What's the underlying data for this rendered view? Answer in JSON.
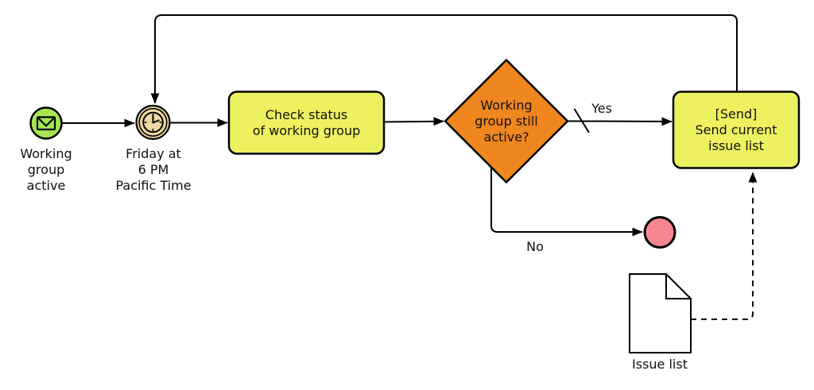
{
  "diagram": {
    "kind": "bpmn-process-flow",
    "background": "#ffffff",
    "stroke_color": "#000000",
    "text_color": "#111111",
    "colors": {
      "start_fill": "#a5e652",
      "timer_fill": "#eed7a3",
      "task_fill": "#edf15f",
      "gateway_fill": "#f0861f",
      "end_fill": "#f5868f",
      "document_fill": "#ffffff"
    },
    "nodes": {
      "start_event": {
        "kind": "message-start-event",
        "icon": "envelope-icon",
        "lines": [
          "Working",
          "group",
          "active"
        ]
      },
      "timer_event": {
        "kind": "timer-intermediate-event",
        "icon": "clock-icon",
        "lines": [
          "Friday at",
          "6 PM",
          "Pacific Time"
        ]
      },
      "check_task": {
        "kind": "task",
        "lines": [
          "Check status",
          "of working group"
        ]
      },
      "gateway": {
        "kind": "exclusive-gateway",
        "lines": [
          "Working",
          "group still",
          "active?"
        ]
      },
      "send_task": {
        "kind": "send-task",
        "lines": [
          "[Send]",
          "Send current",
          "issue list"
        ]
      },
      "end_event": {
        "kind": "end-event"
      },
      "issue_list_doc": {
        "kind": "data-object",
        "label": "Issue list"
      }
    },
    "edges": {
      "yes": {
        "label": "Yes",
        "default_flow_marker": true
      },
      "no": {
        "label": "No"
      }
    }
  }
}
